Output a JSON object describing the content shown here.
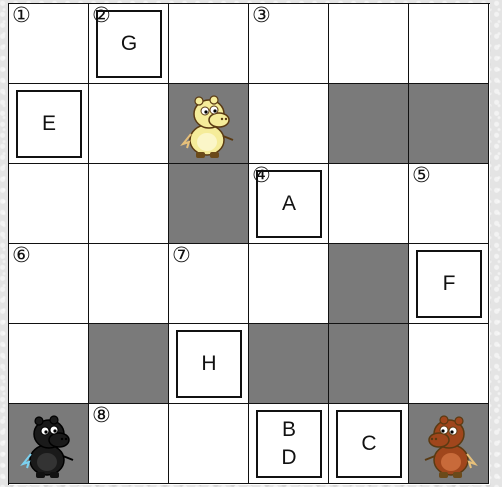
{
  "grid": {
    "rows": 6,
    "cols": 6
  },
  "dark_color": "#7a7a7a",
  "light_color": "#ffffff",
  "dark_cells": [
    [
      1,
      2
    ],
    [
      1,
      4
    ],
    [
      1,
      5
    ],
    [
      2,
      2
    ],
    [
      3,
      4
    ],
    [
      4,
      1
    ],
    [
      4,
      3
    ],
    [
      4,
      4
    ],
    [
      5,
      0
    ],
    [
      5,
      5
    ]
  ],
  "numbers": [
    {
      "row": 0,
      "col": 0,
      "label": "①"
    },
    {
      "row": 0,
      "col": 1,
      "label": "②"
    },
    {
      "row": 0,
      "col": 3,
      "label": "③"
    },
    {
      "row": 2,
      "col": 3,
      "label": "④"
    },
    {
      "row": 2,
      "col": 5,
      "label": "⑤"
    },
    {
      "row": 3,
      "col": 0,
      "label": "⑥"
    },
    {
      "row": 3,
      "col": 2,
      "label": "⑦"
    },
    {
      "row": 5,
      "col": 1,
      "label": "⑧"
    }
  ],
  "boxes": [
    {
      "row": 0,
      "col": 1,
      "letters": [
        "G"
      ]
    },
    {
      "row": 1,
      "col": 0,
      "letters": [
        "E"
      ]
    },
    {
      "row": 2,
      "col": 3,
      "letters": [
        "A"
      ]
    },
    {
      "row": 3,
      "col": 5,
      "letters": [
        "F"
      ]
    },
    {
      "row": 4,
      "col": 2,
      "letters": [
        "H"
      ]
    },
    {
      "row": 5,
      "col": 3,
      "letters": [
        "B",
        "D"
      ]
    },
    {
      "row": 5,
      "col": 4,
      "letters": [
        "C"
      ]
    }
  ],
  "pieces": [
    {
      "row": 1,
      "col": 2,
      "icon": "yellow-hippo-icon",
      "color": "#f5ec9a"
    },
    {
      "row": 5,
      "col": 0,
      "icon": "black-hippo-icon",
      "color": "#1a1a1a"
    },
    {
      "row": 5,
      "col": 5,
      "icon": "brown-hippo-icon",
      "color": "#a0461c"
    }
  ]
}
